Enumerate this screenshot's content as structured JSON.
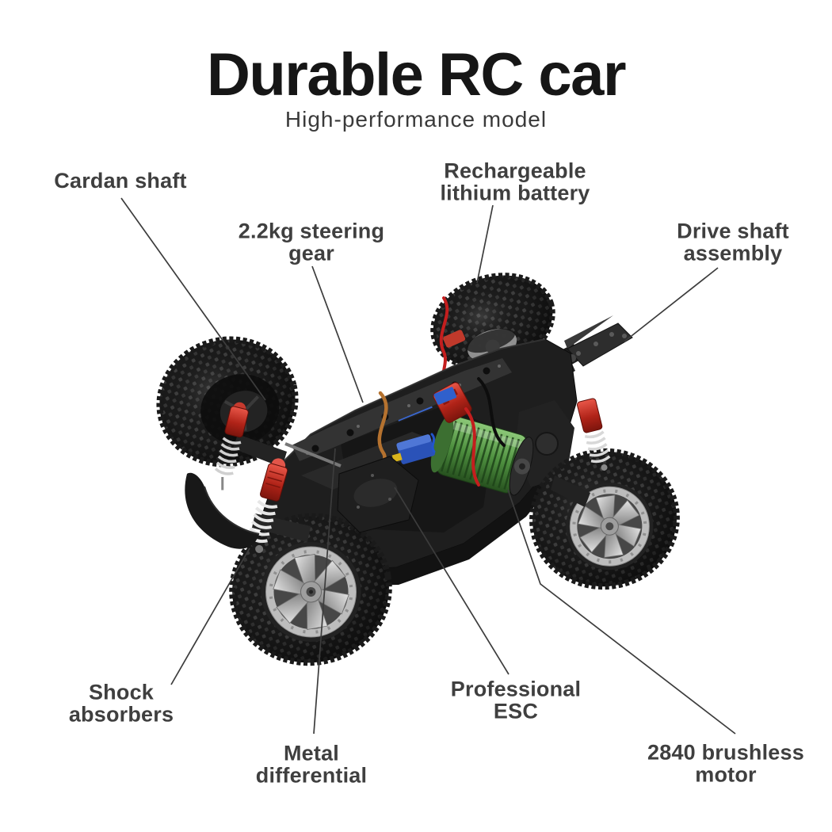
{
  "page": {
    "background_color": "#ffffff"
  },
  "header": {
    "title": "Durable RC car",
    "subtitle": "High-performance model"
  },
  "callouts": {
    "cardan_shaft": {
      "label": "Cardan shaft"
    },
    "steering_gear": {
      "line1": "2.2kg steering",
      "line2": "gear"
    },
    "battery": {
      "line1": "Rechargeable",
      "line2": "lithium battery"
    },
    "drive_shaft": {
      "line1": "Drive shaft",
      "line2": "assembly"
    },
    "shock_absorbers": {
      "line1": "Shock",
      "line2": "absorbers"
    },
    "differential": {
      "line1": "Metal",
      "line2": "differential"
    },
    "esc": {
      "line1": "Professional",
      "line2": "ESC"
    },
    "motor": {
      "line1": "2840 brushless",
      "line2": "motor"
    }
  },
  "illustration": {
    "subject": "RC car chassis photographed from front three-quarter view",
    "colors": {
      "tire": "#1a1a1a",
      "rim_silver": "#bdbdbd",
      "chassis": "#1e1e1e",
      "motor_green": "#4f9140",
      "shock_red": "#c63a2e",
      "wire_copper": "#b5722f",
      "wire_red": "#c41e1e",
      "plug_red": "#d6352b",
      "electronics_blue": "#2a52b8",
      "callout_line": "#3c3c3c"
    }
  }
}
